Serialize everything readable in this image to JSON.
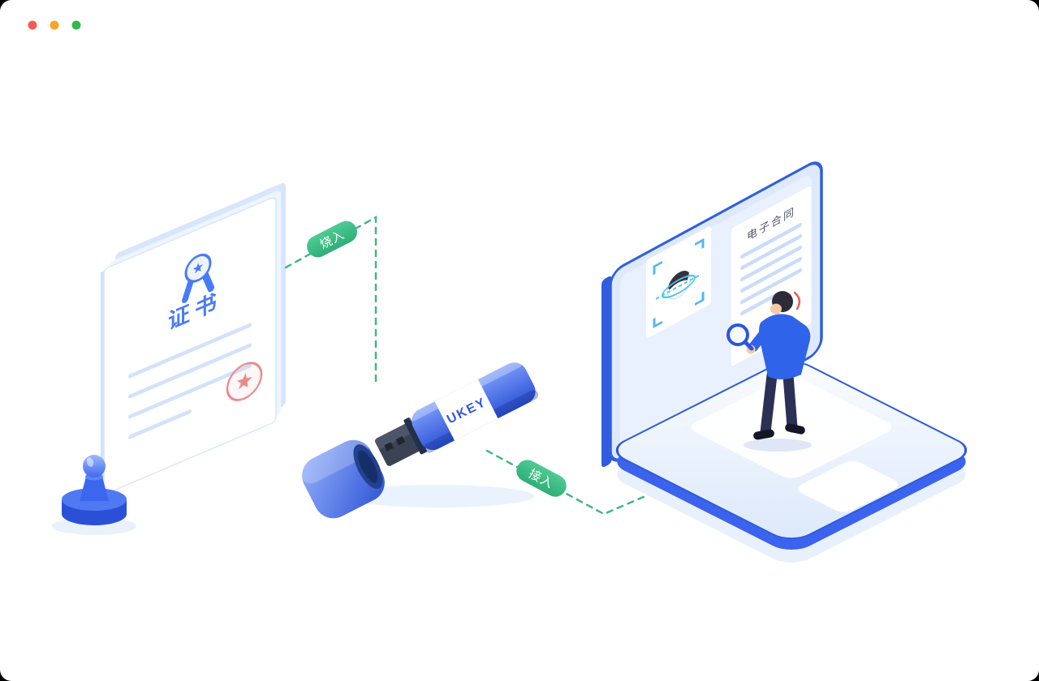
{
  "window": {
    "controls": [
      {
        "name": "close",
        "color": "#f85a52"
      },
      {
        "name": "minimize",
        "color": "#f5a623"
      },
      {
        "name": "maximize",
        "color": "#34b64a"
      }
    ]
  },
  "diagram": {
    "certificate": {
      "title": "证书"
    },
    "ukey": {
      "label": "UKEY"
    },
    "laptop": {
      "contract_title": "电子合同"
    },
    "connections": [
      {
        "label": "烧入",
        "from": "certificate",
        "to": "ukey"
      },
      {
        "label": "接入",
        "from": "ukey",
        "to": "laptop"
      }
    ],
    "colors": {
      "primary_blue": "#3b63ee",
      "light_blue": "#e2ecfd",
      "pill_green": "#3fc084",
      "dash_green": "#43b586",
      "seal_red": "#e88b8b"
    }
  }
}
